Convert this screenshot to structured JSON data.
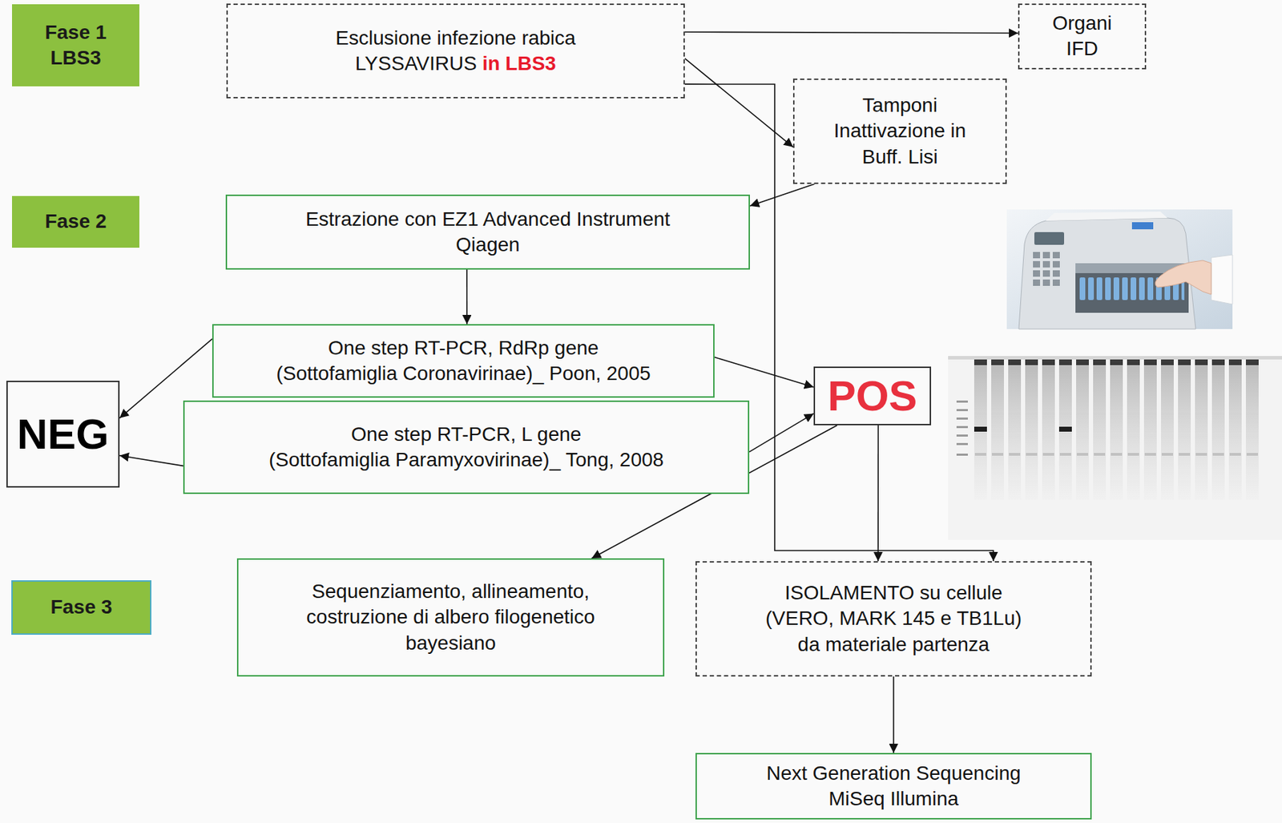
{
  "diagram": {
    "nodes": [
      {
        "text": [
          "Fase 1 LBS3"
        ]
      },
      {
        "text": [
          "Esclusione infezione rabica LYSSAVIRUS",
          "in LBS3"
        ]
      },
      {
        "text": [
          "Organi IFD"
        ]
      },
      {
        "text": [
          "Tamponi Inattivazione in Buff. Lisi"
        ]
      },
      {
        "text": [
          "Fase 2"
        ]
      },
      {
        "text": [
          "Estrazione con EZ1 Advanced Instrument Qiagen"
        ]
      },
      {
        "text": [
          "One step RT-PCR, RdRp gene",
          "(Sottofamiglia Coronavirinae)_ Poon, 2005"
        ]
      },
      {
        "text": [
          "One step RT-PCR, L gene",
          "(Sottofamiglia Paramyxovirinae)_ Tong, 2008"
        ]
      },
      {
        "text": [
          "NEG"
        ]
      },
      {
        "text": [
          "POS"
        ]
      },
      {
        "text": [
          "Fase 3"
        ]
      },
      {
        "text": [
          "Sequenziamento, allineamento, costruzione di albero filogenetico bayesiano"
        ]
      },
      {
        "text": [
          "ISOLAMENTO su cellule (VERO, MARK 145 e TB1Lu) da materiale partenza"
        ]
      },
      {
        "text": [
          "Next Generation Sequencing MiSeq Illumina"
        ]
      }
    ],
    "edges": [
      {
        "from": 1,
        "to": 2,
        "arrow": "to"
      },
      {
        "from": 1,
        "to": 3,
        "arrow": "to"
      },
      {
        "from": 1,
        "to": 12,
        "arrow": "to"
      },
      {
        "from": 3,
        "to": 5,
        "arrow": "to"
      },
      {
        "from": 5,
        "to": 6,
        "arrow": "to"
      },
      {
        "from": 6,
        "to": 8,
        "arrow": "to"
      },
      {
        "from": 7,
        "to": 8,
        "arrow": "to"
      },
      {
        "from": 6,
        "to": 9,
        "arrow": "to"
      },
      {
        "from": 7,
        "to": 9,
        "arrow": "to"
      },
      {
        "from": 9,
        "to": 11,
        "arrow": "to"
      },
      {
        "from": 9,
        "to": 12,
        "arrow": "to"
      },
      {
        "from": 12,
        "to": 13,
        "arrow": "to"
      }
    ]
  }
}
